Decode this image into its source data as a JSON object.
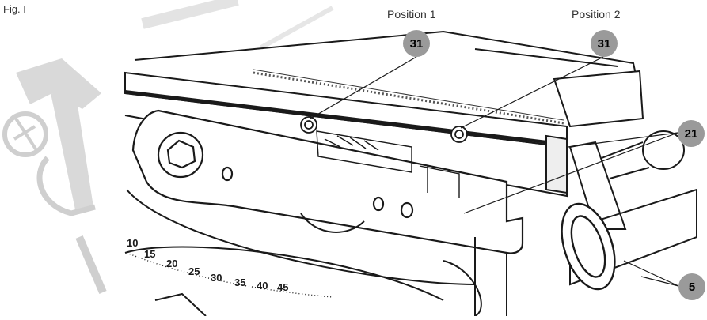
{
  "figure": {
    "label": "Fig. I",
    "positions": [
      "Position 1",
      "Position 2"
    ]
  },
  "callouts": {
    "c31a": "31",
    "c31b": "31",
    "c21": "21",
    "c5": "5"
  },
  "scale": {
    "ticks": [
      "10",
      "15",
      "20",
      "25",
      "30",
      "35",
      "40",
      "45"
    ]
  },
  "colors": {
    "line": "#1a1a1a",
    "callout": "#9a9a9a",
    "watermark": "#d4d4d4"
  }
}
